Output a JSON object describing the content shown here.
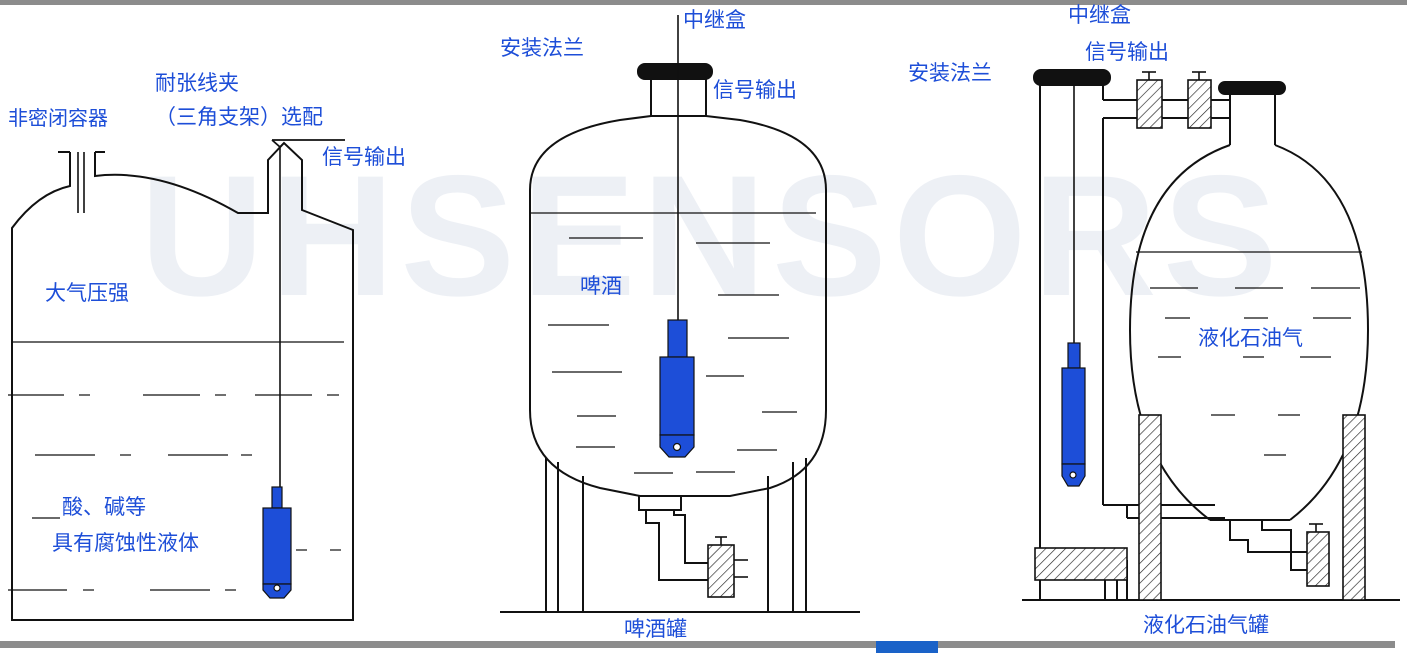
{
  "watermark": "UHSENSORS",
  "colors": {
    "label": "#1d4ed8",
    "sensor": "#1d4ed8",
    "line": "#111111",
    "bar": "#8c8c8c"
  },
  "left_tank": {
    "label_container": "非密闭容器",
    "label_clamp_1": "耐张线夹",
    "label_clamp_2": "（三角支架）选配",
    "label_signal": "信号输出",
    "label_pressure": "大气压强",
    "label_liquid_1": "酸、碱等",
    "label_liquid_2": "具有腐蚀性液体"
  },
  "middle_tank": {
    "label_junction": "中继盒",
    "label_flange": "安装法兰",
    "label_signal": "信号输出",
    "label_content": "啤酒",
    "caption": "啤酒罐"
  },
  "right_tank": {
    "label_junction": "中继盒",
    "label_signal": "信号输出",
    "label_flange": "安装法兰",
    "label_content": "液化石油气",
    "caption": "液化石油气罐"
  }
}
